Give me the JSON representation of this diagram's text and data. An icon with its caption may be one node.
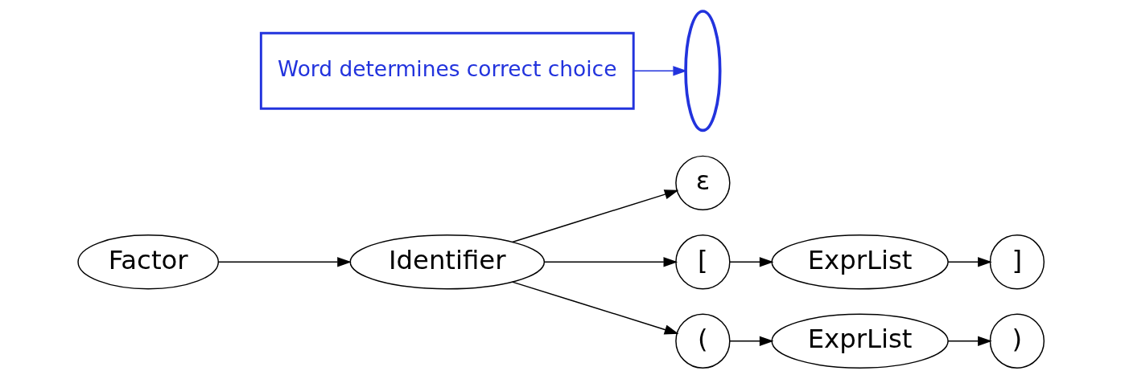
{
  "diagram": {
    "nodes": [
      {
        "text": [
          "Factor"
        ]
      },
      {
        "text": [
          "Identifier"
        ]
      },
      {
        "text": [
          "ε"
        ]
      },
      {
        "text": [
          "["
        ]
      },
      {
        "text": [
          "ExprList"
        ]
      },
      {
        "text": [
          "]"
        ]
      },
      {
        "text": [
          "("
        ]
      },
      {
        "text": [
          "ExprList"
        ]
      },
      {
        "text": [
          ")"
        ]
      },
      {
        "text": [],
        "shape": "ellipse"
      },
      {
        "text": [
          "Word determines correct choice"
        ]
      }
    ],
    "edges": [
      {
        "from": 0,
        "to": 1,
        "arrow": "to"
      },
      {
        "from": 1,
        "to": 2,
        "arrow": "to"
      },
      {
        "from": 1,
        "to": 3,
        "arrow": "to"
      },
      {
        "from": 1,
        "to": 6,
        "arrow": "to"
      },
      {
        "from": 3,
        "to": 4,
        "arrow": "to"
      },
      {
        "from": 4,
        "to": 5,
        "arrow": "to"
      },
      {
        "from": 6,
        "to": 7,
        "arrow": "to"
      },
      {
        "from": 7,
        "to": 8,
        "arrow": "to"
      },
      {
        "from": 10,
        "to": 9,
        "arrow": "to",
        "color": "#2233dd"
      }
    ]
  }
}
